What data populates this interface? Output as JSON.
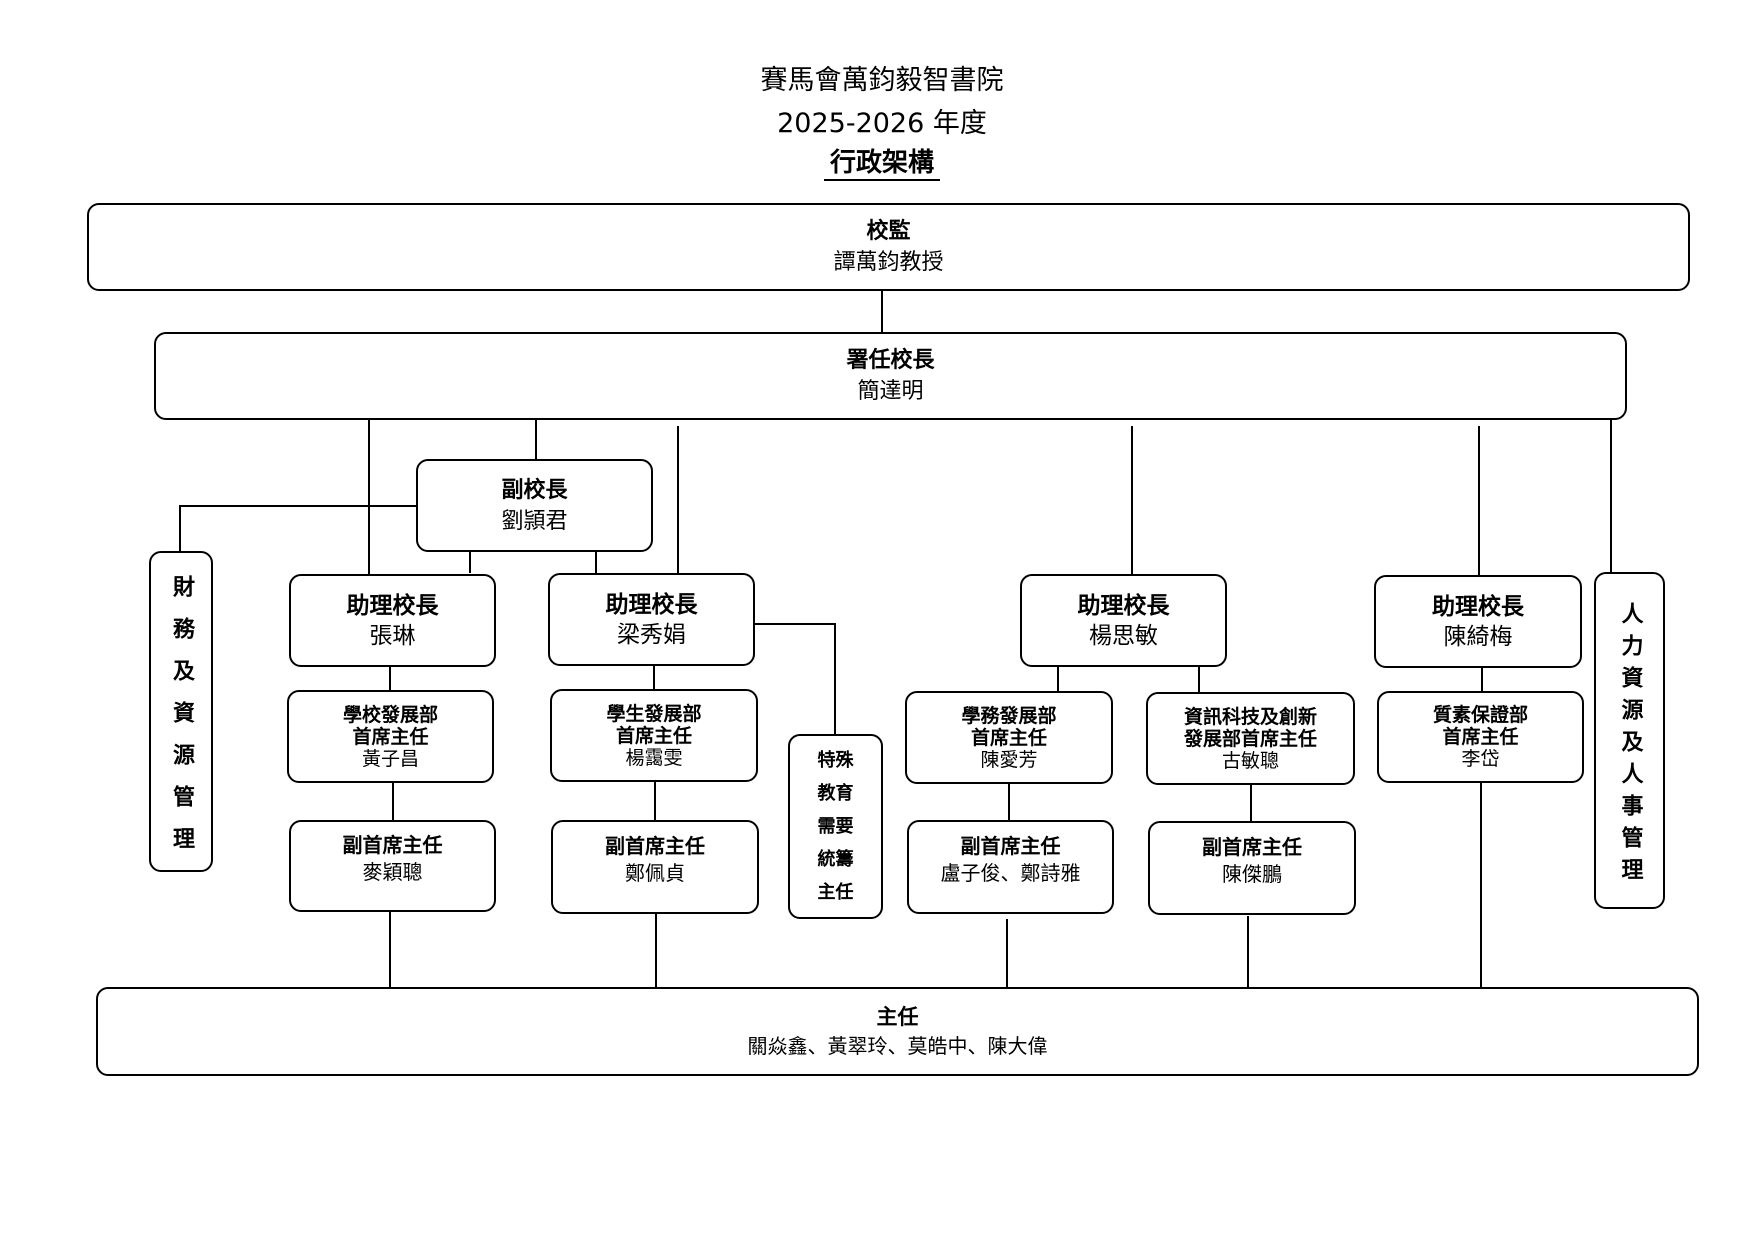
{
  "header": {
    "school": "賽馬會萬鈞毅智書院",
    "year": "2025-2026 年度",
    "title": "行政架構"
  },
  "supervisor": {
    "role": "校監",
    "name": "譚萬鈞教授"
  },
  "acting_principal": {
    "role": "署任校長",
    "name": "簡達明"
  },
  "vice_principal": {
    "role": "副校長",
    "name": "劉頴君"
  },
  "finance_resources": {
    "label": "財務及資源管理"
  },
  "human_resources": {
    "label": "人力資源及人事管理"
  },
  "assistant_principals": [
    {
      "role": "助理校長",
      "name": "張琳"
    },
    {
      "role": "助理校長",
      "name": "梁秀娟"
    },
    {
      "role": "助理校長",
      "name": "楊思敏"
    },
    {
      "role": "助理校長",
      "name": "陳綺梅"
    }
  ],
  "senior_heads": [
    {
      "lines": [
        "學校發展部",
        "首席主任"
      ],
      "name": "黃子昌"
    },
    {
      "lines": [
        "學生發展部",
        "首席主任"
      ],
      "name": "楊靄雯"
    },
    {
      "lines": [
        "學務發展部",
        "首席主任"
      ],
      "name": "陳愛芳"
    },
    {
      "lines": [
        "資訊科技及創新",
        "發展部首席主任"
      ],
      "name": "古敏聰"
    },
    {
      "lines": [
        "質素保證部",
        "首席主任"
      ],
      "name": "李岱"
    }
  ],
  "sen_coordinator": {
    "lines": [
      "特殊",
      "教育",
      "需要",
      "統籌",
      "主任"
    ]
  },
  "deputy_heads": [
    {
      "role": "副首席主任",
      "name": "麥穎聰"
    },
    {
      "role": "副首席主任",
      "name": "鄭佩貞"
    },
    {
      "role": "副首席主任",
      "name": "盧子俊、鄭詩雅"
    },
    {
      "role": "副首席主任",
      "name": "陳傑鵬"
    }
  ],
  "heads": {
    "role": "主任",
    "names": "關焱鑫、黃翠玲、莫皓中、陳大偉"
  },
  "colors": {
    "line": "#000000",
    "background": "#ffffff",
    "text": "#000000"
  }
}
